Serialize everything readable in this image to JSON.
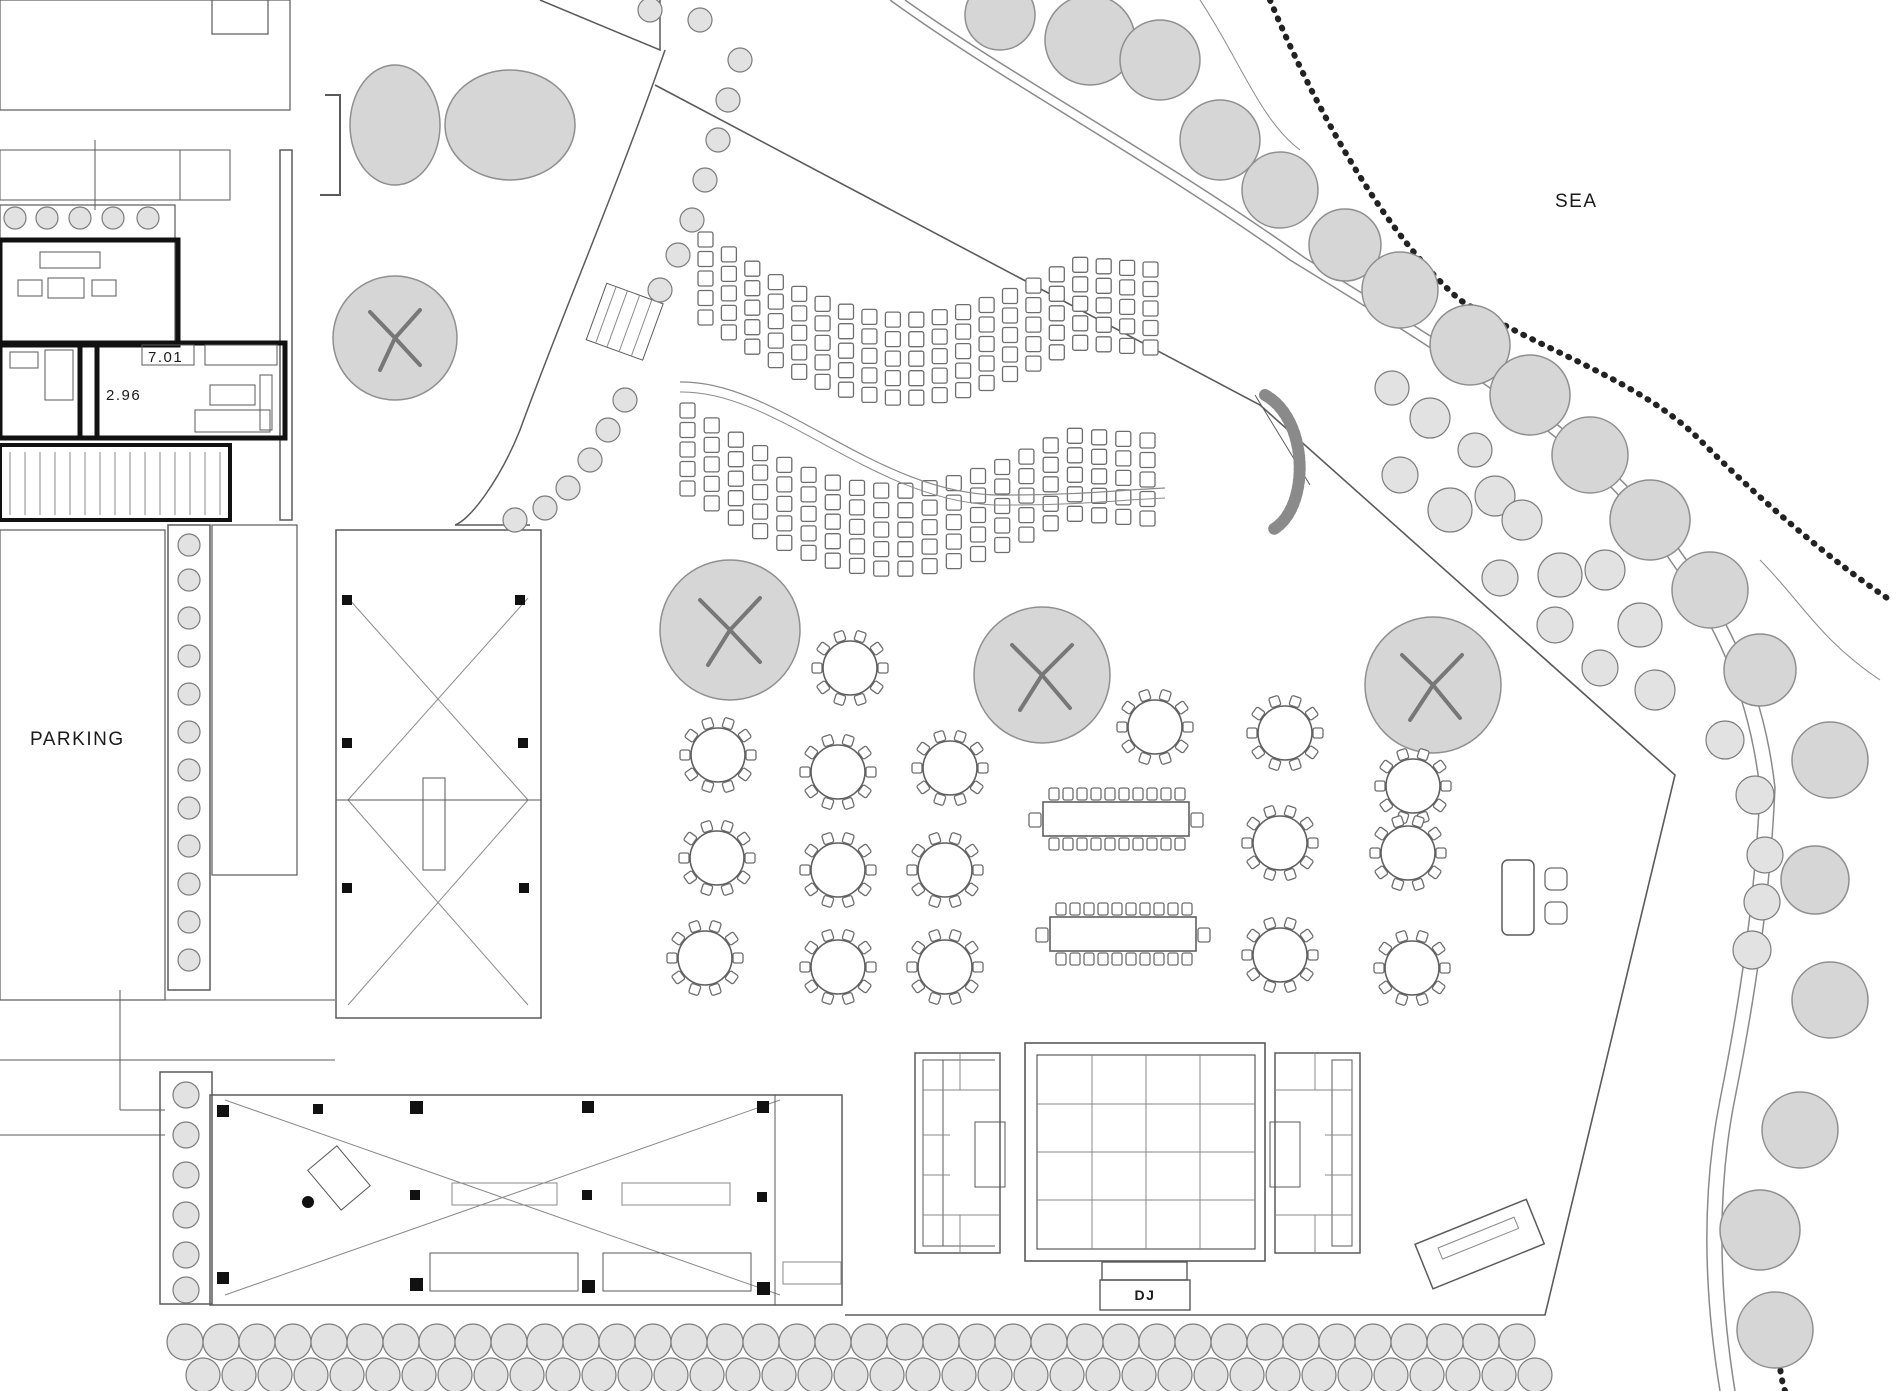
{
  "labels": {
    "sea": "SEA",
    "parking": "PARKING",
    "dj": "DJ",
    "room_a": "7.01",
    "room_b": "2.96"
  },
  "colors": {
    "background": "#ffffff",
    "line": "#5a5a5a",
    "tree_fill": "#d6d6d6",
    "coastline_dots": "#222222"
  },
  "icons": {
    "tree": "tree-canopy-icon",
    "round_table": "round-table-icon",
    "banquet_table": "banquet-table-icon",
    "sofa": "sofa-icon",
    "dance_floor": "dance-floor-icon"
  }
}
